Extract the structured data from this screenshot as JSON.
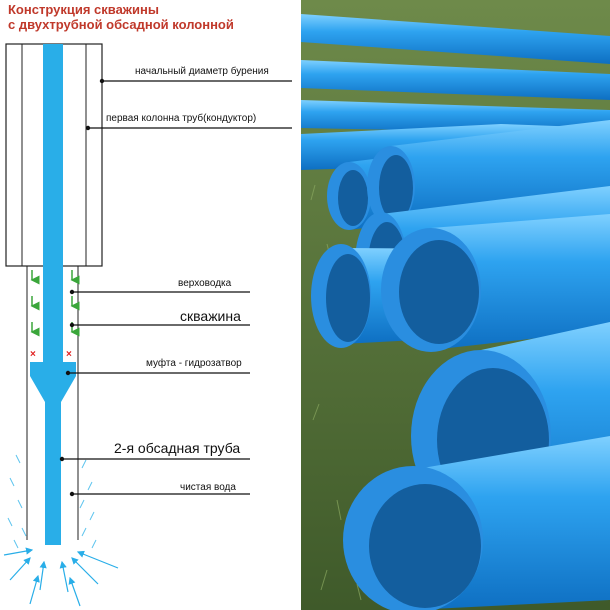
{
  "title": {
    "line1": "Конструкция скважины",
    "line2": "с двухтрубной обсадной колонной"
  },
  "labels": {
    "initial_diameter": "начальный диаметр бурения",
    "first_casing": "первая колонна труб(кондуктор)",
    "perched_water": "верховодка",
    "well": "скважина",
    "coupling": "муфта - гидрозатвор",
    "second_casing": "2-я обсадная труба",
    "clean_water": "чистая вода"
  },
  "colors": {
    "title": "#c0392b",
    "water": "#29aee8",
    "arrow_green": "#3aa63a",
    "cross_red": "#e02020",
    "pipe_blue": "#1e8ee0",
    "grass": "#5a7a3a"
  }
}
